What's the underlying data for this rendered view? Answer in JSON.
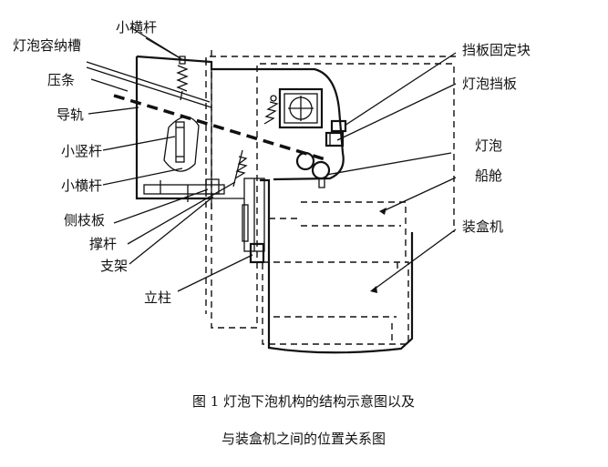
{
  "labels": {
    "lamp_slot": "灯泡容纳槽",
    "small_crossbar_top": "小横杆",
    "press_bar": "压条",
    "guide_rail": "导轨",
    "small_vertical_bar": "小竖杆",
    "small_crossbar_left": "小横杆",
    "side_branch_plate": "侧枝板",
    "stay_bar": "撑杆",
    "bracket": "支架",
    "column": "立柱",
    "baffle_fix_block": "挡板固定块",
    "lamp_baffle": "灯泡挡板",
    "lamp": "灯泡",
    "boat_cabin": "船舱",
    "boxing_machine": "装盒机"
  },
  "caption": {
    "line1": "图 1   灯泡下泡机构的结构示意图以及",
    "line2": "与装盒机之间的位置关系图"
  }
}
